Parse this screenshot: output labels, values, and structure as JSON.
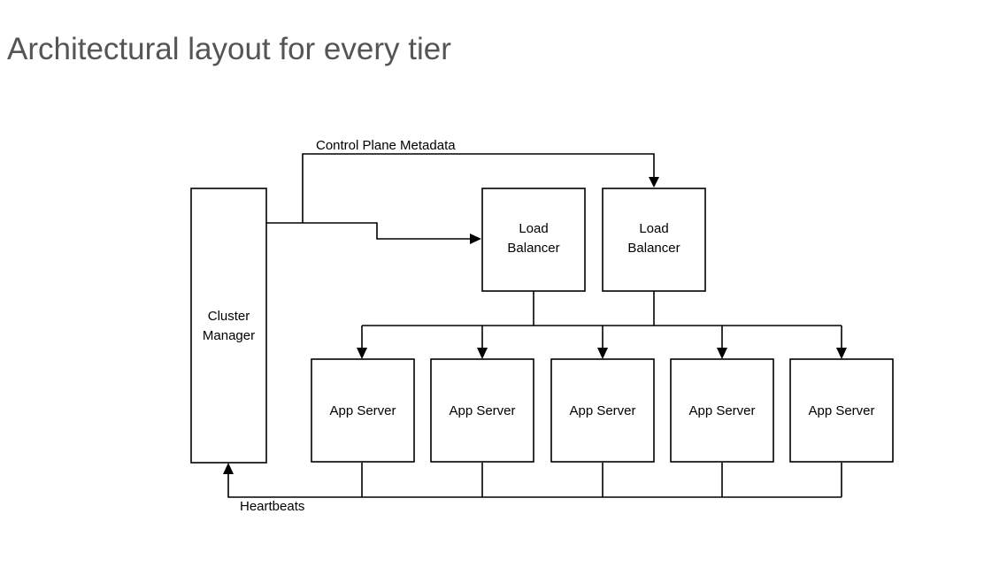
{
  "slide": {
    "title": "Architectural layout for every tier"
  },
  "diagram": {
    "cluster_manager": {
      "line1": "Cluster",
      "line2": "Manager"
    },
    "load_balancers": [
      {
        "line1": "Load",
        "line2": "Balancer"
      },
      {
        "line1": "Load",
        "line2": "Balancer"
      }
    ],
    "app_servers": [
      {
        "label": "App Server"
      },
      {
        "label": "App Server"
      },
      {
        "label": "App Server"
      },
      {
        "label": "App Server"
      },
      {
        "label": "App Server"
      }
    ],
    "labels": {
      "control_plane": "Control Plane Metadata",
      "heartbeats": "Heartbeats"
    }
  }
}
